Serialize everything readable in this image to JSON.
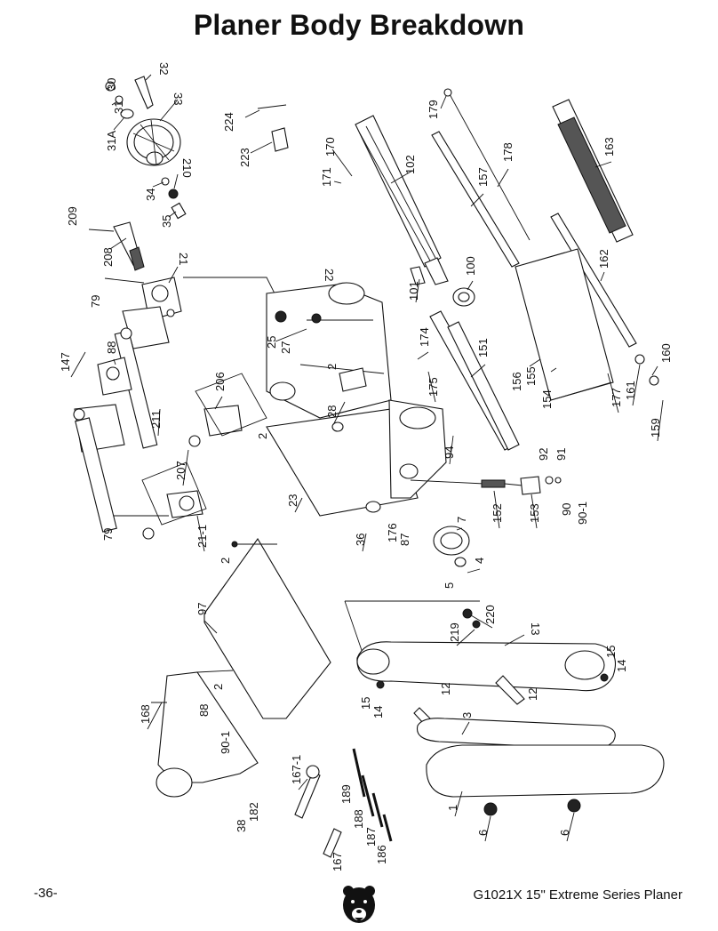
{
  "header": {
    "title": "Planer Body Breakdown"
  },
  "footer": {
    "page_number": "-36-",
    "model": "G1021X 15\" Extreme Series Planer"
  },
  "callouts": [
    {
      "id": "c32",
      "text": "32"
    },
    {
      "id": "c30",
      "text": "30"
    },
    {
      "id": "c31",
      "text": "31"
    },
    {
      "id": "c31a",
      "text": "31A"
    },
    {
      "id": "c33",
      "text": "33"
    },
    {
      "id": "c34",
      "text": "34"
    },
    {
      "id": "c210",
      "text": "210"
    },
    {
      "id": "c35",
      "text": "35"
    },
    {
      "id": "c209",
      "text": "209"
    },
    {
      "id": "c208",
      "text": "208"
    },
    {
      "id": "c21",
      "text": "21"
    },
    {
      "id": "c79a",
      "text": "79"
    },
    {
      "id": "c224",
      "text": "224"
    },
    {
      "id": "c223",
      "text": "223"
    },
    {
      "id": "c170",
      "text": "170"
    },
    {
      "id": "c171",
      "text": "171"
    },
    {
      "id": "c102",
      "text": "102"
    },
    {
      "id": "c179",
      "text": "179"
    },
    {
      "id": "c178",
      "text": "178"
    },
    {
      "id": "c157",
      "text": "157"
    },
    {
      "id": "c163",
      "text": "163"
    },
    {
      "id": "c162",
      "text": "162"
    },
    {
      "id": "c100",
      "text": "100"
    },
    {
      "id": "c101",
      "text": "101"
    },
    {
      "id": "c22",
      "text": "22"
    },
    {
      "id": "c25",
      "text": "25"
    },
    {
      "id": "c27",
      "text": "27"
    },
    {
      "id": "c174",
      "text": "174"
    },
    {
      "id": "c151",
      "text": "151"
    },
    {
      "id": "c147",
      "text": "147"
    },
    {
      "id": "c88a",
      "text": "88"
    },
    {
      "id": "c2a",
      "text": "2"
    },
    {
      "id": "c206",
      "text": "206"
    },
    {
      "id": "c28",
      "text": "28"
    },
    {
      "id": "c175",
      "text": "175"
    },
    {
      "id": "c156",
      "text": "156"
    },
    {
      "id": "c155",
      "text": "155"
    },
    {
      "id": "c154",
      "text": "154"
    },
    {
      "id": "c177",
      "text": "177"
    },
    {
      "id": "c161",
      "text": "161"
    },
    {
      "id": "c160",
      "text": "160"
    },
    {
      "id": "c159",
      "text": "159"
    },
    {
      "id": "c211",
      "text": "211"
    },
    {
      "id": "c2b",
      "text": "2"
    },
    {
      "id": "c207",
      "text": "207"
    },
    {
      "id": "c94",
      "text": "94"
    },
    {
      "id": "c23",
      "text": "23"
    },
    {
      "id": "c92",
      "text": "92"
    },
    {
      "id": "c91",
      "text": "91"
    },
    {
      "id": "c152",
      "text": "152"
    },
    {
      "id": "c153",
      "text": "153"
    },
    {
      "id": "c90",
      "text": "90"
    },
    {
      "id": "c90_1a",
      "text": "90-1"
    },
    {
      "id": "c79b",
      "text": "79"
    },
    {
      "id": "c21_1",
      "text": "21-1"
    },
    {
      "id": "c36",
      "text": "36"
    },
    {
      "id": "c176",
      "text": "176"
    },
    {
      "id": "c87",
      "text": "87"
    },
    {
      "id": "c7",
      "text": "7"
    },
    {
      "id": "c2c",
      "text": "2"
    },
    {
      "id": "c4",
      "text": "4"
    },
    {
      "id": "c5",
      "text": "5"
    },
    {
      "id": "c97",
      "text": "97"
    },
    {
      "id": "c220",
      "text": "220"
    },
    {
      "id": "c219",
      "text": "219"
    },
    {
      "id": "c13",
      "text": "13"
    },
    {
      "id": "c15a",
      "text": "15"
    },
    {
      "id": "c14a",
      "text": "14"
    },
    {
      "id": "c12a",
      "text": "12"
    },
    {
      "id": "c12b",
      "text": "12"
    },
    {
      "id": "c15b",
      "text": "15"
    },
    {
      "id": "c14b",
      "text": "14"
    },
    {
      "id": "c3",
      "text": "3"
    },
    {
      "id": "c168",
      "text": "168"
    },
    {
      "id": "c88b",
      "text": "88"
    },
    {
      "id": "c2d",
      "text": "2"
    },
    {
      "id": "c90_1b",
      "text": "90-1"
    },
    {
      "id": "c167_1",
      "text": "167-1"
    },
    {
      "id": "c189",
      "text": "189"
    },
    {
      "id": "c188",
      "text": "188"
    },
    {
      "id": "c187",
      "text": "187"
    },
    {
      "id": "c186",
      "text": "186"
    },
    {
      "id": "c167",
      "text": "167"
    },
    {
      "id": "c1",
      "text": "1"
    },
    {
      "id": "c6a",
      "text": "6"
    },
    {
      "id": "c6b",
      "text": "6"
    },
    {
      "id": "c38",
      "text": "38"
    },
    {
      "id": "c182",
      "text": "182"
    }
  ]
}
